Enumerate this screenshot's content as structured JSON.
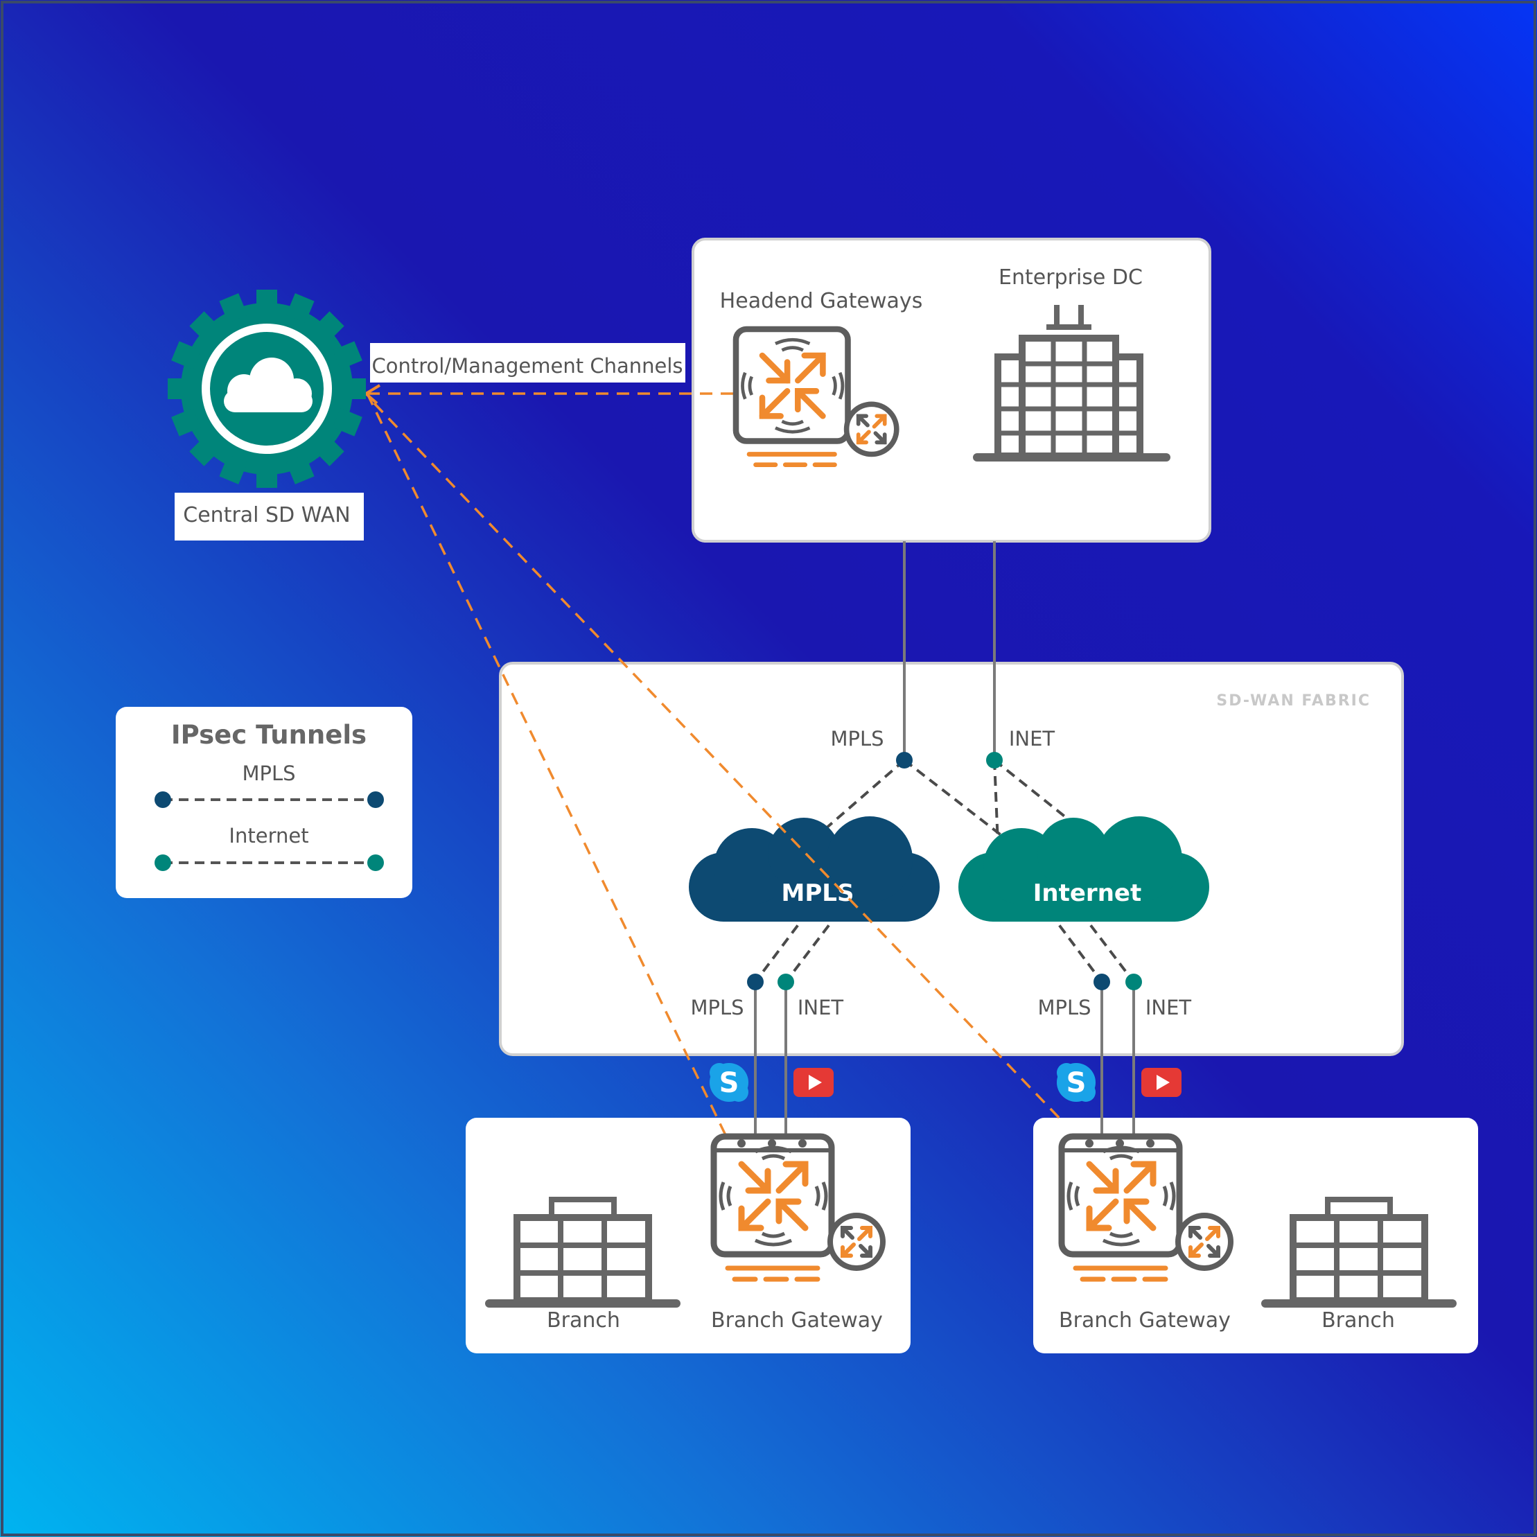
{
  "labels": {
    "central": "Central SD WAN",
    "control_channels": "Control/Management Channels",
    "headend": "Headend Gateways",
    "enterprise_dc": "Enterprise DC",
    "fabric": "SD-WAN FABRIC",
    "legend_title": "IPsec Tunnels",
    "legend_mpls": "MPLS",
    "legend_internet": "Internet",
    "dc_mpls": "MPLS",
    "dc_inet": "INET",
    "cloud_mpls": "MPLS",
    "cloud_internet": "Internet",
    "b1_mpls": "MPLS",
    "b1_inet": "INET",
    "b2_mpls": "MPLS",
    "b2_inet": "INET",
    "branch_left": "Branch",
    "gateway_left": "Branch Gateway",
    "gateway_right": "Branch Gateway",
    "branch_right": "Branch"
  },
  "icons": {
    "central": "gear-cloud-icon",
    "headend": "gateway-icon",
    "dc": "building-icon",
    "branch": "branch-building-icon",
    "skype": "skype-icon",
    "youtube": "youtube-icon"
  },
  "colors": {
    "mpls": "#0d4a72",
    "internet": "#00857a",
    "control": "#f08a2e",
    "skype": "#1aa3e8",
    "youtube": "#e53935"
  }
}
